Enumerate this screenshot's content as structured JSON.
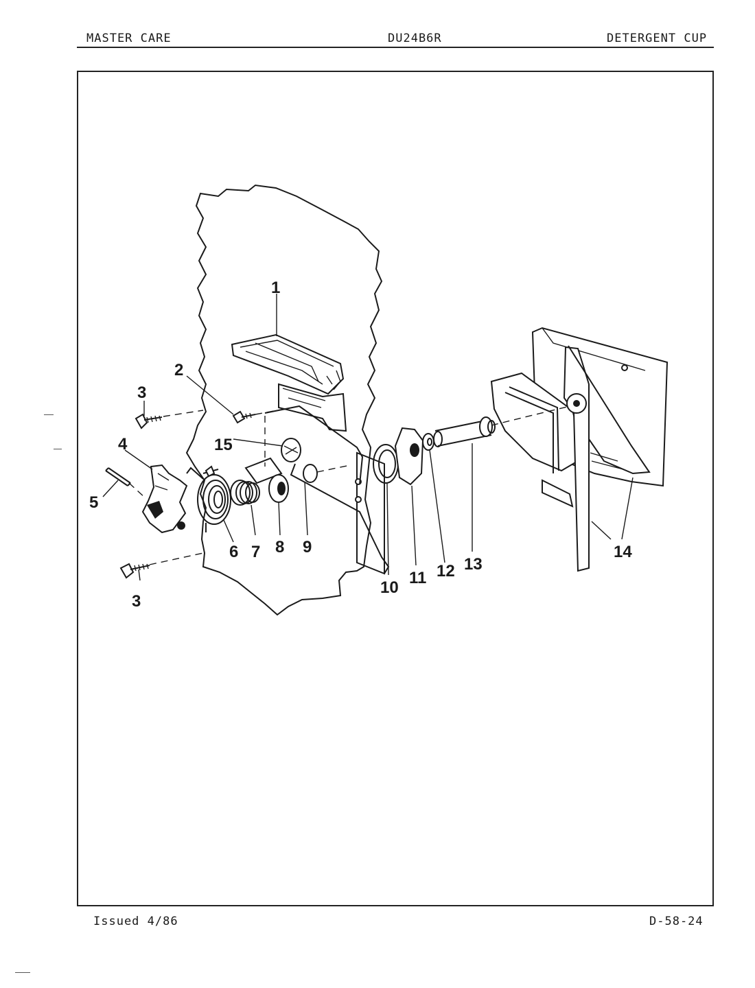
{
  "header": {
    "brand": "MASTER CARE",
    "model": "DU24B6R",
    "section": "DETERGENT CUP"
  },
  "footer": {
    "issued": "Issued 4/86",
    "page_code": "D-58-24"
  },
  "callouts": [
    "1",
    "2",
    "3",
    "3",
    "4",
    "5",
    "6",
    "7",
    "8",
    "9",
    "10",
    "11",
    "12",
    "13",
    "14",
    "15"
  ]
}
